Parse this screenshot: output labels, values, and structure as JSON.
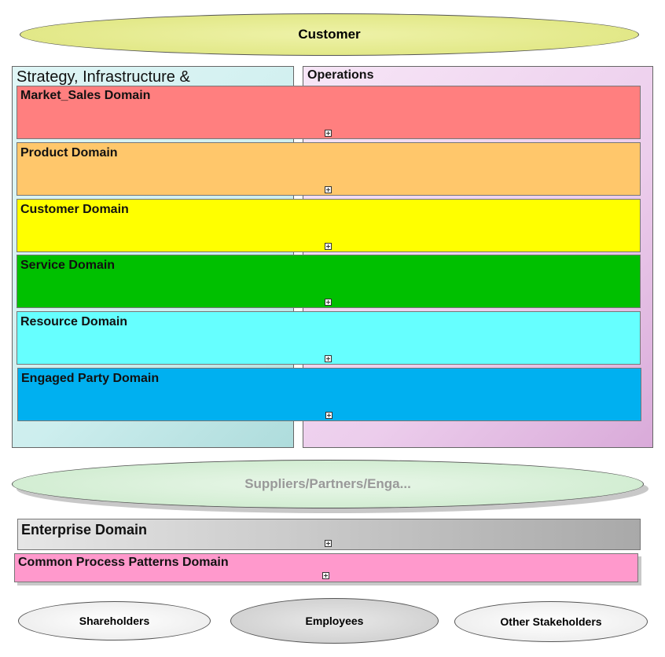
{
  "top": {
    "customer_label": "Customer"
  },
  "panels": {
    "strategy_label": "Strategy, Infrastructure &",
    "operations_label": "Operations"
  },
  "domains": [
    {
      "label": "Market_Sales Domain",
      "color": "#ff7f7f"
    },
    {
      "label": "Product Domain",
      "color": "#ffc76b"
    },
    {
      "label": "Customer Domain",
      "color": "#ffff00"
    },
    {
      "label": "Service Domain",
      "color": "#00c000"
    },
    {
      "label": "Resource Domain",
      "color": "#66ffff"
    },
    {
      "label": "Engaged Party Domain",
      "color": "#00b0f0"
    }
  ],
  "suppliers": {
    "label": "Suppliers/Partners/Enga..."
  },
  "enterprise": {
    "label": "Enterprise Domain"
  },
  "common": {
    "label": "Common Process Patterns Domain",
    "color": "#ff99cc"
  },
  "stakeholders": {
    "shareholders": "Shareholders",
    "employees": "Employees",
    "other": "Other Stakeholders"
  },
  "icons": {
    "expand": "expand-plus-icon"
  }
}
